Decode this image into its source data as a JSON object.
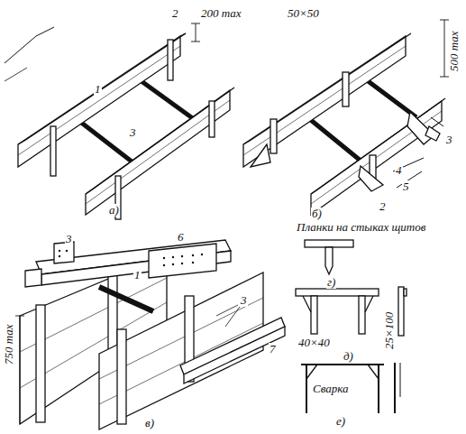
{
  "diagram": {
    "labels": [
      "1",
      "2",
      "3",
      "200 max",
      "а)",
      "50×50",
      "500 max",
      "3",
      "4",
      "5",
      "2",
      "б)",
      "Планки на стыках щитов",
      "3",
      "6",
      "1",
      "3",
      "7",
      "750 max",
      "в)",
      "г)",
      "40×40",
      "25×100",
      "д)",
      "Сварка",
      "е)"
    ]
  }
}
